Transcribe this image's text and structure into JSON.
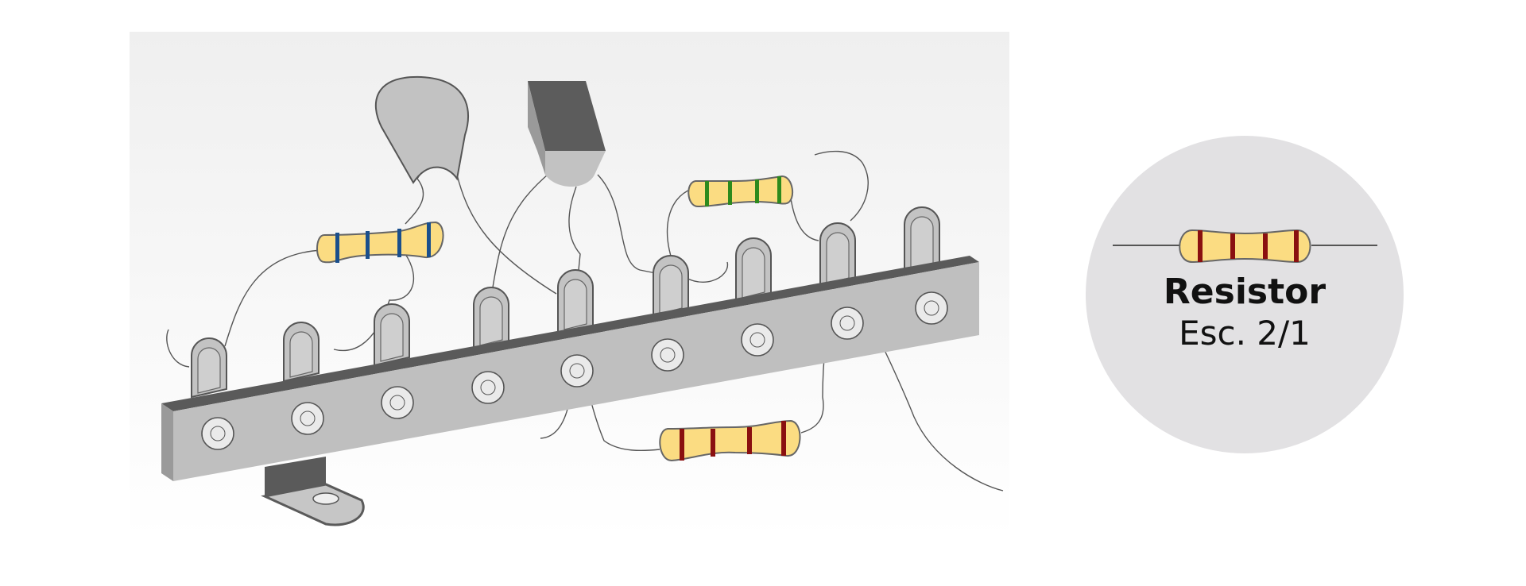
{
  "inset": {
    "title": "Resistor",
    "scale": "Esc. 2/1"
  },
  "colors": {
    "resistor_body": "#fbdc82",
    "band_blue": "#1a4f8c",
    "band_green": "#2d8a1d",
    "band_red": "#8a1010",
    "strip_metal": "#bfbfbf",
    "strip_dark": "#5a5a5a",
    "background_panel": "#f0f0f0",
    "inset_circle": "#e2e1e3"
  },
  "components": {
    "resistors": [
      {
        "band_color": "blue",
        "bands": 4
      },
      {
        "band_color": "green",
        "bands": 4
      },
      {
        "band_color": "red",
        "bands": 4
      }
    ],
    "terminals": 9,
    "holes": 9
  }
}
